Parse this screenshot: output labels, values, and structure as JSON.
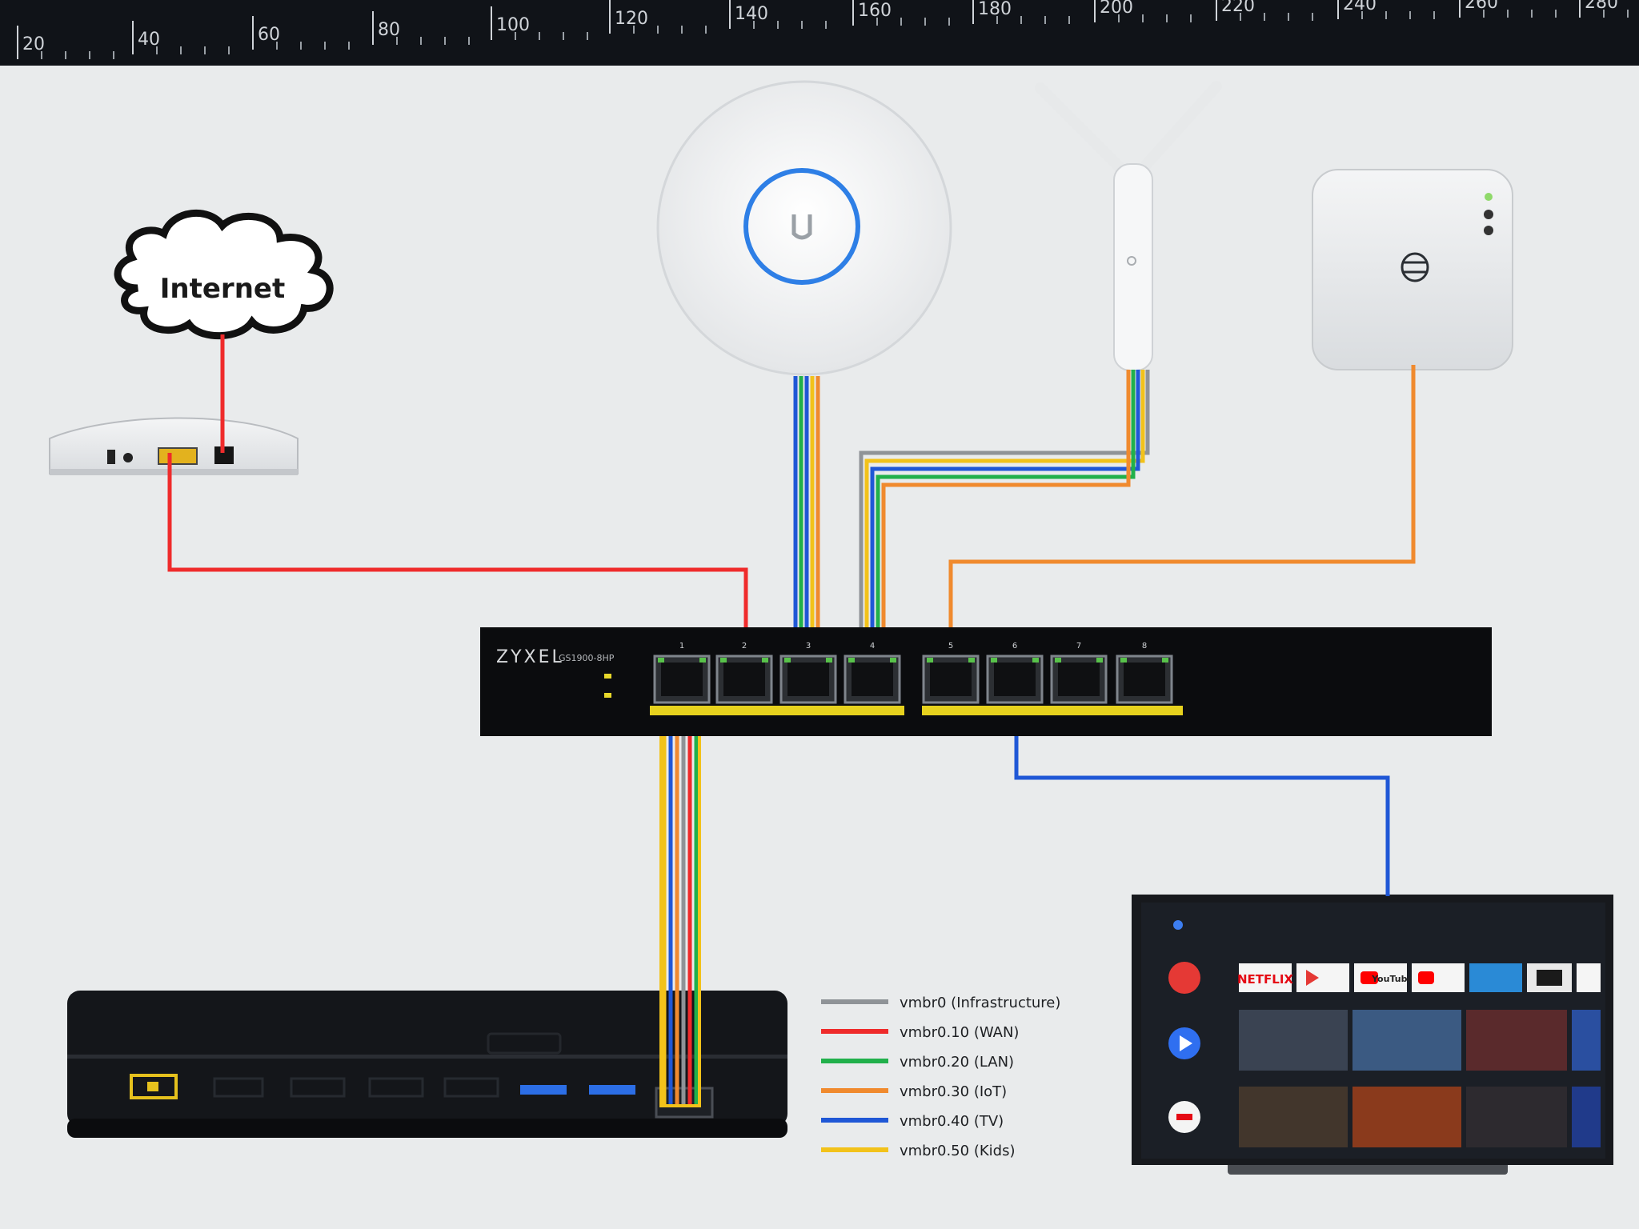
{
  "ruler": {
    "ticks": [
      "20",
      "40",
      "60",
      "80",
      "100",
      "120",
      "140",
      "160",
      "180",
      "200",
      "220",
      "240",
      "260",
      "280"
    ]
  },
  "cloud": {
    "label": "Internet"
  },
  "switch": {
    "brand": "ZYXEL",
    "model": "GS1900-8HP",
    "port_numbers": [
      "1",
      "2",
      "3",
      "4",
      "5",
      "6",
      "7",
      "8"
    ]
  },
  "legend": [
    {
      "label": "vmbr0 (Infrastructure)",
      "color": "#8f9397"
    },
    {
      "label": "vmbr0.10 (WAN)",
      "color": "#ef2b2b"
    },
    {
      "label": "vmbr0.20 (LAN)",
      "color": "#21b04b"
    },
    {
      "label": "vmbr0.30 (IoT)",
      "color": "#f08a2e"
    },
    {
      "label": "vmbr0.40 (TV)",
      "color": "#1f57d6"
    },
    {
      "label": "vmbr0.50 (Kids)",
      "color": "#f2c21a"
    }
  ],
  "tv": {
    "apps": [
      "NETFLIX",
      "YouTube"
    ]
  },
  "colors": {
    "infrastructure": "#8f9397",
    "wan": "#ef2b2b",
    "lan": "#21b04b",
    "iot": "#f08a2e",
    "tv": "#1f57d6",
    "kids": "#f2c21a"
  }
}
